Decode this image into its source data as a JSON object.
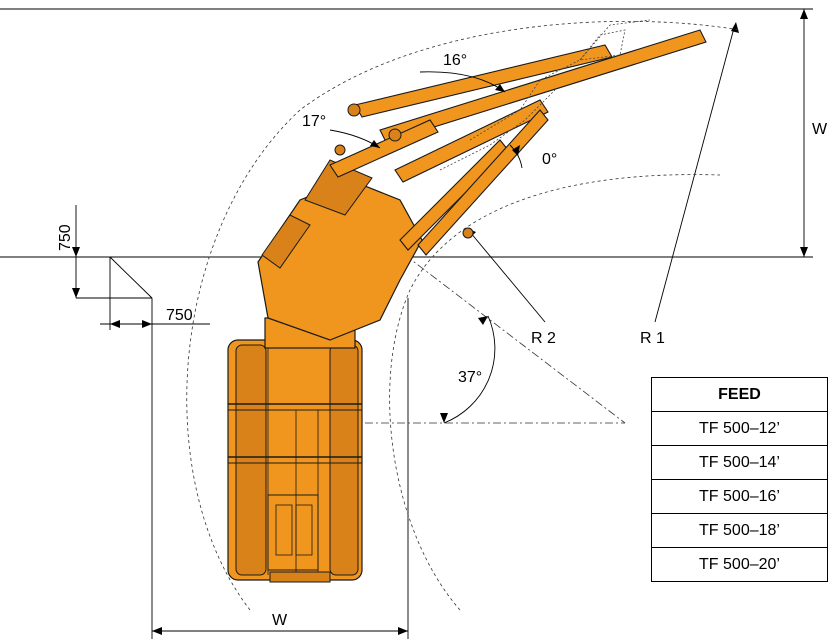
{
  "dimensions": {
    "height_label": "W",
    "width_label": "W",
    "clearance_vertical": "750",
    "clearance_horizontal": "750",
    "radius_outer": "R 1",
    "radius_inner": "R 2"
  },
  "angles": {
    "boom_upper": "16°",
    "boom_left": "17°",
    "boom_lower": "0°",
    "swing": "37°"
  },
  "table": {
    "header": "FEED",
    "rows": [
      "TF 500–12’",
      "TF 500–14’",
      "TF 500–16’",
      "TF 500–18’",
      "TF 500–20’"
    ]
  },
  "colors": {
    "machine": "#f0961e",
    "outline": "#1a1a1a"
  }
}
